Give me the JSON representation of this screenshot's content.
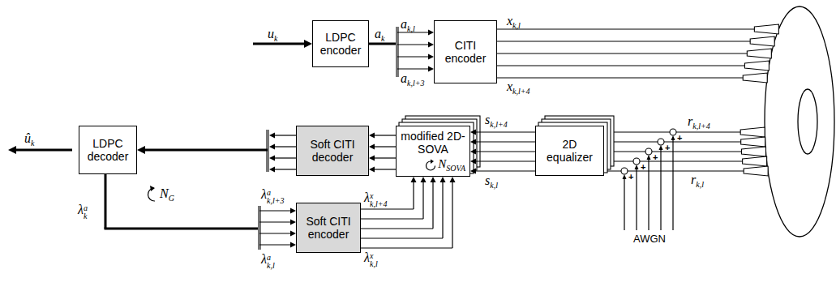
{
  "diagram": {
    "nodes": [
      {
        "text": [
          "LDPC encoder"
        ]
      },
      {
        "text": [
          "CITI encoder"
        ]
      },
      {
        "text": [
          "LDPC decoder"
        ]
      },
      {
        "text": [
          "Soft CITI decoder"
        ]
      },
      {
        "text": [
          "modified 2D-SOVA",
          "NSOVA"
        ]
      },
      {
        "text": [
          "2D equalizer"
        ]
      },
      {
        "text": [
          "Soft CITI encoder"
        ]
      }
    ],
    "edges": [
      {
        "from": 0,
        "to": 1,
        "arrow": "to"
      },
      {
        "from": 5,
        "to": 4,
        "arrow": "to"
      },
      {
        "from": 4,
        "to": 3,
        "arrow": "to"
      },
      {
        "from": 3,
        "to": 2,
        "arrow": "to"
      },
      {
        "from": 2,
        "to": 6,
        "arrow": "to"
      },
      {
        "from": 6,
        "to": 4,
        "arrow": "to"
      }
    ],
    "labels": [
      "uk",
      "ak",
      "ak,l",
      "ak,l+3",
      "xk,l",
      "xk,l+4",
      "rk,l+4",
      "rk,l",
      "AWGN",
      "+",
      "+",
      "+",
      "+",
      "+",
      "sk,l+4",
      "sk,l",
      "ûk",
      "NG",
      "λak",
      "λak,l+3",
      "λak,l",
      "λxk,l+4",
      "λxk,l"
    ]
  }
}
